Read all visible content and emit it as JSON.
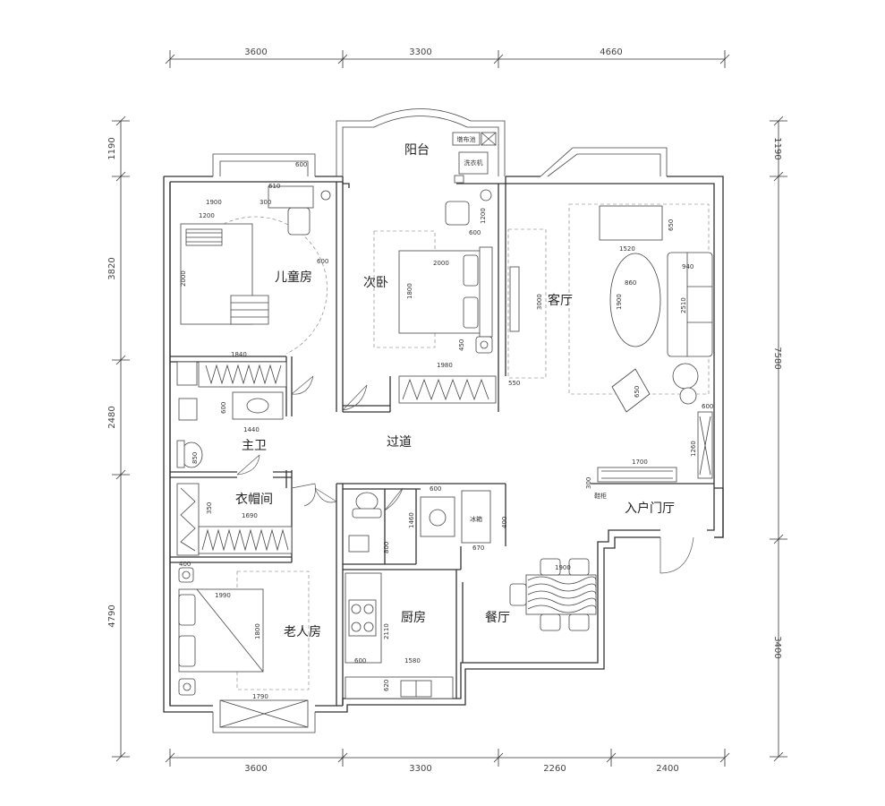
{
  "rooms": {
    "balcony": "阳台",
    "children_room": "儿童房",
    "second_bedroom": "次卧",
    "living_room": "客厅",
    "corridor": "过道",
    "master_bath": "主卫",
    "cloakroom": "衣帽间",
    "elderly_room": "老人房",
    "kitchen": "厨房",
    "dining": "餐厅",
    "entry_hall": "入户门厅"
  },
  "labels": {
    "mop_sink": "墩布池",
    "washer": "洗衣机",
    "fridge": "冰箱",
    "shoe_cabinet": "鞋柜"
  },
  "dims_top": [
    "3600",
    "3300",
    "4660"
  ],
  "dims_bottom": [
    "3600",
    "3300",
    "2260",
    "2400"
  ],
  "dims_left": [
    "1190",
    "3820",
    "2480",
    "4790"
  ],
  "dims_right": [
    "1190",
    "7580",
    "3400"
  ],
  "dims_inner": {
    "child_a": "600",
    "child_b": "610",
    "child_c": "300",
    "child_d": "1900",
    "child_e": "1200",
    "child_f": "2000",
    "child_g": "600",
    "second_a": "1200",
    "second_b": "600",
    "second_c": "2000",
    "second_d": "1800",
    "second_e": "450",
    "second_f": "1980",
    "living_a": "650",
    "living_b": "1520",
    "living_c": "940",
    "living_d": "860",
    "living_e": "1900",
    "living_f": "2510",
    "living_g": "3000",
    "living_h": "550",
    "living_i": "650",
    "living_j": "600",
    "living_k": "1260",
    "living_l": "1700",
    "living_m": "300",
    "bath_a": "1840",
    "bath_b": "600",
    "bath_c": "1440",
    "bath_d": "850",
    "cloak_a": "1690",
    "cloak_b": "350",
    "elder_a": "400",
    "elder_b": "1990",
    "elder_c": "1800",
    "elder_d": "1790",
    "wc_a": "600",
    "wc_b": "1460",
    "wc_c": "800",
    "wc_d": "670",
    "wc_e": "400",
    "kitchen_a": "2110",
    "kitchen_b": "600",
    "kitchen_c": "1580",
    "kitchen_d": "620",
    "dining_a": "1900"
  }
}
